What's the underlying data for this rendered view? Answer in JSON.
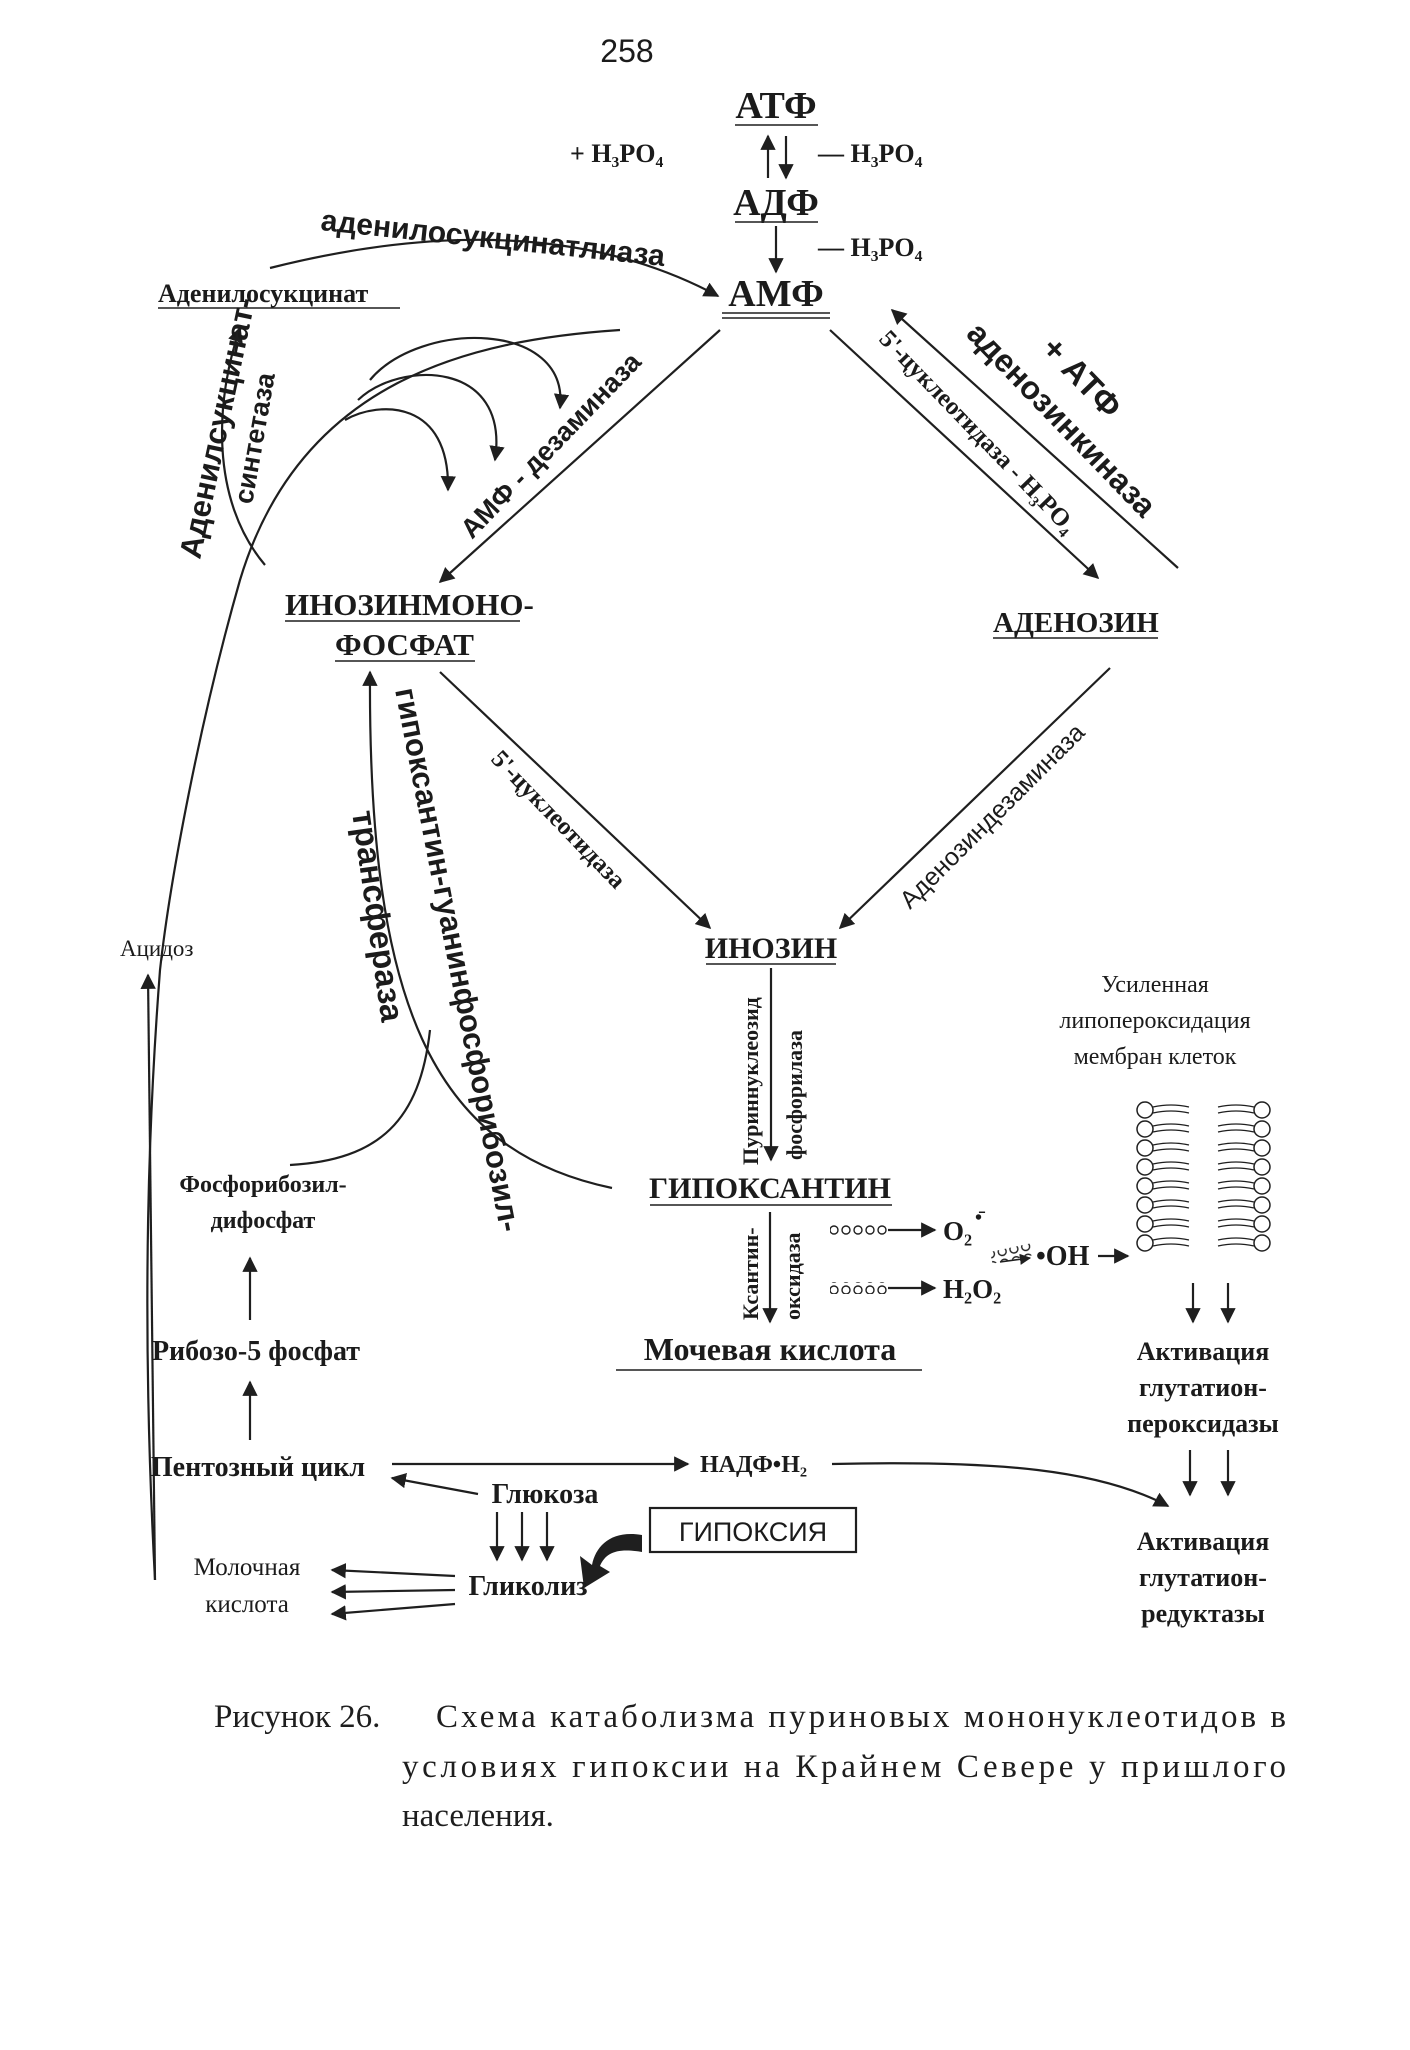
{
  "page_number": "258",
  "top": {
    "atp": "АТФ",
    "plus_h3po4": "+ H₃PO₄",
    "minus_h3po4_1": "— H₃PO₄",
    "adp": "АДФ",
    "minus_h3po4_2": "— H₃PO₄",
    "amp": "АМФ",
    "adenylosuccinate_lyase": "аденилосукцинатлиаза",
    "adenylosuccinate": "Аденилосукцинат"
  },
  "left_cycle": {
    "synthetase_part1": "Аденилсукцинат-",
    "synthetase_part2": "синтетаза",
    "amp_deaminase": "АМФ - дезаминаза",
    "imp_line1": "ИНОЗИНМОНО-",
    "imp_line2": "ФОСФАТ"
  },
  "right_cycle": {
    "plus_atp": "+ АТФ",
    "adenosine_kinase": "аденозинкиназа",
    "nucleotidase_minus": "5'-цуклеотидаза - H₃PO₄",
    "adenosine": "АДЕНОЗИН",
    "adenosine_deaminase": "Аденозиндезаминаза"
  },
  "middle": {
    "nucleotidase": "5'-цуклеотидаза",
    "hgprt_line1": "гипоксантин-гуанинфосфорибозил-",
    "hgprt_line2": "трансфераза",
    "inosine": "ИНОЗИН",
    "phosphorylase_line1": "Пуриннуклеозид",
    "phosphorylase_line2": "фосфорилаза",
    "hypoxanthine": "ГИПОКСАНТИН",
    "xanthine_oxidase_line1": "Ксантин-",
    "xanthine_oxidase_line2": "оксидаза",
    "uric_acid": "Мочевая кислота",
    "superoxide": "O₂",
    "hydrogen_peroxide": "H₂O₂",
    "hydroxyl": "•OH"
  },
  "left_side": {
    "acidosis": "Ацидоз",
    "prpp_line1": "Фосфорибозил-",
    "prpp_line2": "дифосфат",
    "ribose5p": "Рибозо-5 фосфат",
    "pentose_cycle": "Пентозный цикл",
    "nadph": "НАДФ•H₂",
    "glucose": "Глюкоза",
    "hypoxia": "ГИПОКСИЯ",
    "glycolysis": "Гликолиз",
    "lactic_line1": "Молочная",
    "lactic_line2": "кислота"
  },
  "right_side": {
    "lipid_line1": "Усиленная",
    "lipid_line2": "липопероксидация",
    "lipid_line3": "мембран клеток",
    "gpx_line1": "Активация",
    "gpx_line2": "глутатион-",
    "gpx_line3": "пероксидазы",
    "gr_line1": "Активация",
    "gr_line2": "глутатион-",
    "gr_line3": "редуктазы"
  },
  "caption": {
    "label": "Рисунок 26.",
    "line1": "Схема катаболизма пуриновых мононуклеотидов в",
    "line2": "условиях гипоксии на Крайнем Севере у пришлого",
    "line3": "населения."
  }
}
